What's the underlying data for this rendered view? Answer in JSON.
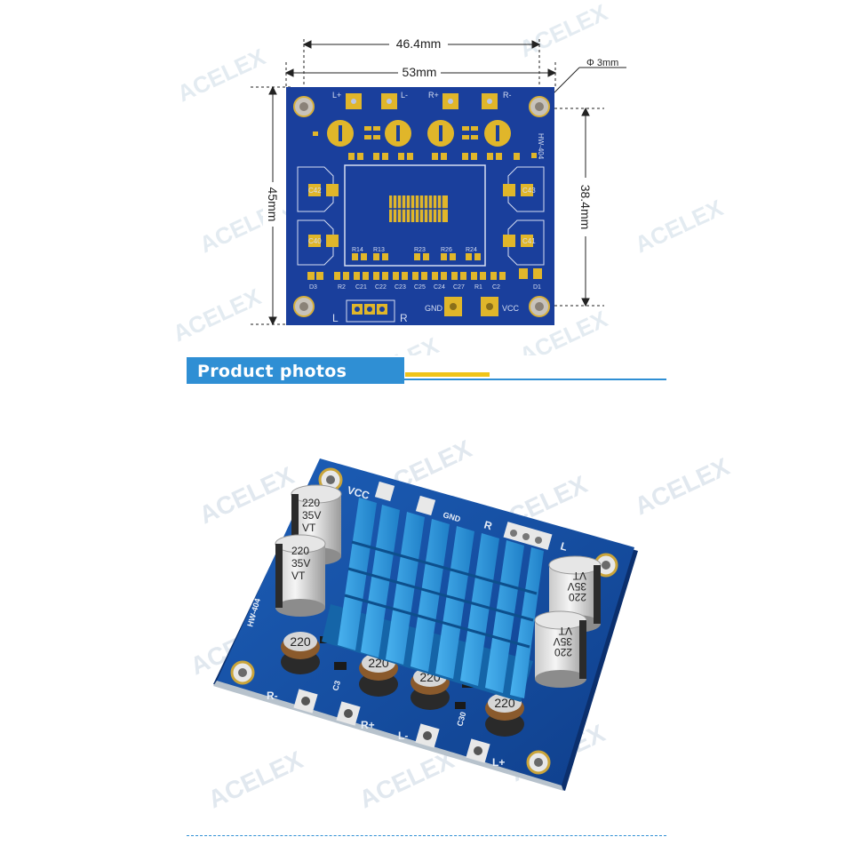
{
  "dimensions": {
    "top_width": "46.4mm",
    "overall_width": "53mm",
    "overall_height": "45mm",
    "hole_spacing_vertical": "38.4mm",
    "hole_diameter": "Φ 3mm"
  },
  "pcb_labels": {
    "left_plus": "L+",
    "left_minus": "L-",
    "right_plus": "R+",
    "right_minus": "R-",
    "gnd": "GND",
    "vcc": "VCC",
    "l": "L",
    "r": "R",
    "model": "HW-404",
    "caps": [
      "C43",
      "C42",
      "C40",
      "C41"
    ],
    "bottom_row": [
      "D3",
      "R2",
      "C21",
      "C22",
      "C23",
      "C25",
      "C24",
      "C27",
      "R1",
      "C2",
      "D1"
    ],
    "mid_row": [
      "R14",
      "R13",
      "R23",
      "R26",
      "R24"
    ]
  },
  "banner": {
    "title": "Product photos"
  },
  "watermark": "ACELEX",
  "photo_labels": {
    "cap_value": "220",
    "cap_voltage": "35V",
    "cap_series": "VT",
    "inductor": "220",
    "terminals": [
      "R-",
      "R+",
      "L-",
      "L+"
    ],
    "header_labels": [
      "VCC",
      "GND",
      "R",
      "L"
    ],
    "model": "HW-404",
    "c_labels": [
      "C3",
      "C30"
    ]
  },
  "colors": {
    "pcb_blue": "#1a3f9c",
    "pad_gold": "#e0b62a",
    "banner_blue": "#2f8fd4",
    "accent_yellow": "#f0c419",
    "heatsink_blue": "#2c93d8"
  }
}
